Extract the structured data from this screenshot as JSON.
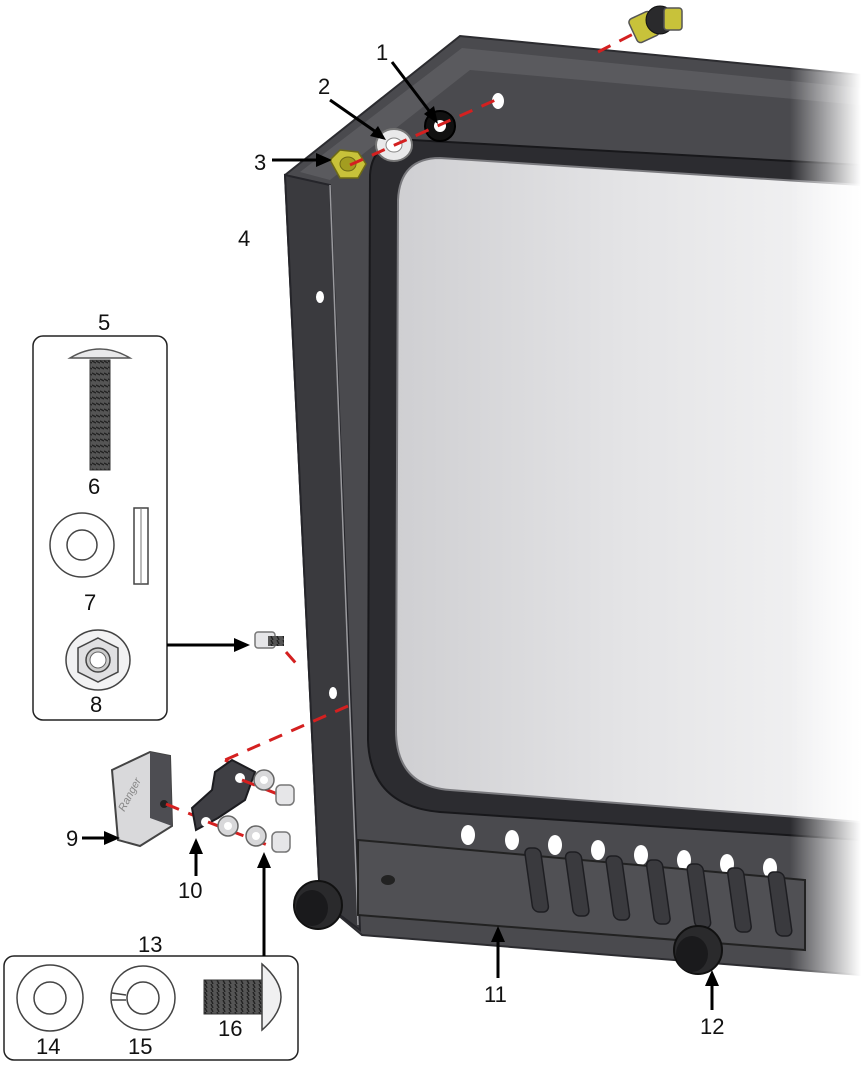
{
  "callouts": [
    {
      "id": "c1",
      "label": "1"
    },
    {
      "id": "c2",
      "label": "2"
    },
    {
      "id": "c3",
      "label": "3"
    },
    {
      "id": "c4",
      "label": "4"
    },
    {
      "id": "c5",
      "label": "5"
    },
    {
      "id": "c6",
      "label": "6"
    },
    {
      "id": "c7",
      "label": "7"
    },
    {
      "id": "c8",
      "label": "8"
    },
    {
      "id": "c9",
      "label": "9"
    },
    {
      "id": "c10",
      "label": "10"
    },
    {
      "id": "c11",
      "label": "11"
    },
    {
      "id": "c12",
      "label": "12"
    },
    {
      "id": "c13",
      "label": "13"
    },
    {
      "id": "c14",
      "label": "14"
    },
    {
      "id": "c15",
      "label": "15"
    },
    {
      "id": "c16",
      "label": "16"
    }
  ],
  "bracket_stamp": "Ranger",
  "colors": {
    "frame": "#4a4a4e",
    "hardware_yellow": "#c8c23a",
    "assembly_line": "#d42020",
    "window_glass": "#e2e2e4"
  }
}
